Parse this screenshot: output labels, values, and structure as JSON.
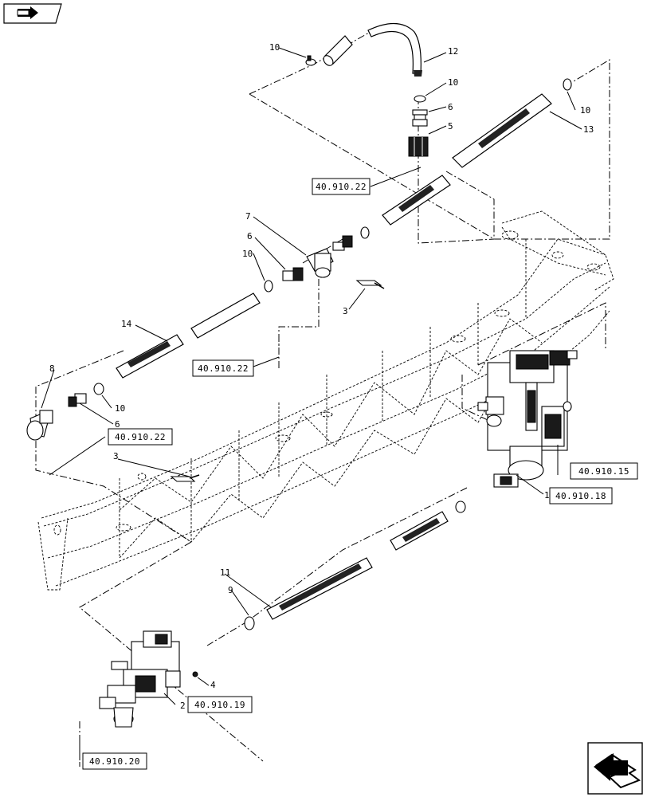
{
  "diagram": {
    "callouts": {
      "c_10_top": "10",
      "c_12": "12",
      "c_10_coupler": "10",
      "c_6_top": "6",
      "c_5": "5",
      "c_10_right": "10",
      "c_13": "13",
      "c_7": "7",
      "c_6_mid": "6",
      "c_10_mid": "10",
      "c_3_upper": "3",
      "c_14": "14",
      "c_8": "8",
      "c_10_left": "10",
      "c_6_left": "6",
      "c_3_lower": "3",
      "c_1": "1",
      "c_11": "11",
      "c_9": "9",
      "c_4": "4",
      "c_2": "2"
    },
    "references": {
      "ref_top": "40.910.22",
      "ref_mid": "40.910.22",
      "ref_left": "40.910.22",
      "ref_15": "40.910.15",
      "ref_18": "40.910.18",
      "ref_19": "40.910.19",
      "ref_20": "40.910.20"
    }
  }
}
